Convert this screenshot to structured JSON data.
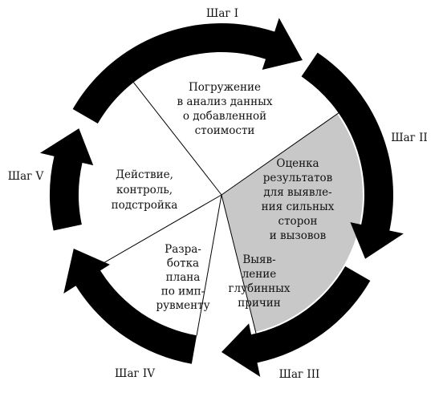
{
  "colors": {
    "ring": "#000000",
    "segment_fill": "#ffffff",
    "highlight_fill": "#c8c8c8",
    "divider": "#000000",
    "text": "#111111"
  },
  "steps": [
    {
      "label": "Шаг I"
    },
    {
      "label": "Шаг II"
    },
    {
      "label": "Шаг III"
    },
    {
      "label": "Шаг IV"
    },
    {
      "label": "Шаг V"
    }
  ],
  "segments": [
    {
      "lines": [
        "Погружение",
        "в анализ данных",
        "о добавленной",
        "стоимости"
      ],
      "highlighted": false
    },
    {
      "lines": [
        "Оценка",
        "результатов",
        "для выявле-",
        "ния сильных",
        "сторон",
        "и вызовов"
      ],
      "highlighted": true
    },
    {
      "lines": [
        "Выяв-",
        "ление",
        "глубинных",
        "причин"
      ],
      "highlighted": false
    },
    {
      "lines": [
        "Разра-",
        "ботка",
        "плана",
        "по имп-",
        "рувменту"
      ],
      "highlighted": false
    },
    {
      "lines": [
        "Действие,",
        "контроль,",
        "подстройка"
      ],
      "highlighted": false
    }
  ]
}
